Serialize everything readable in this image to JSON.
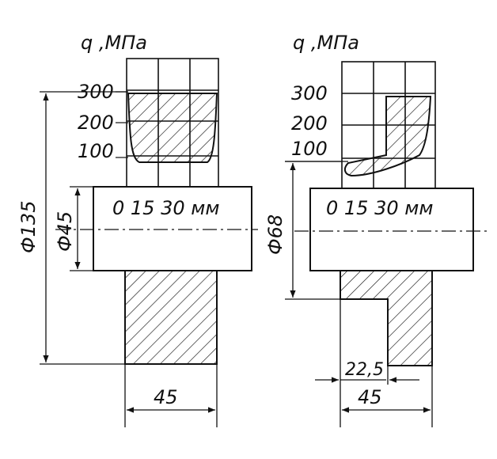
{
  "left_figure": {
    "q_label": "q ,МПа",
    "scale_ticks": [
      "300",
      "200",
      "100"
    ],
    "axis_label": "0  15 30 мм",
    "diameter_outer": "Ф135",
    "diameter_inner": "Ф45",
    "width_dim": "45"
  },
  "right_figure": {
    "q_label": "q ,МПа",
    "scale_ticks": [
      "300",
      "200",
      "100"
    ],
    "axis_label": "0  15 30 мм",
    "diameter_inner": "Ф68",
    "step_dim": "22,5",
    "width_dim": "45"
  }
}
